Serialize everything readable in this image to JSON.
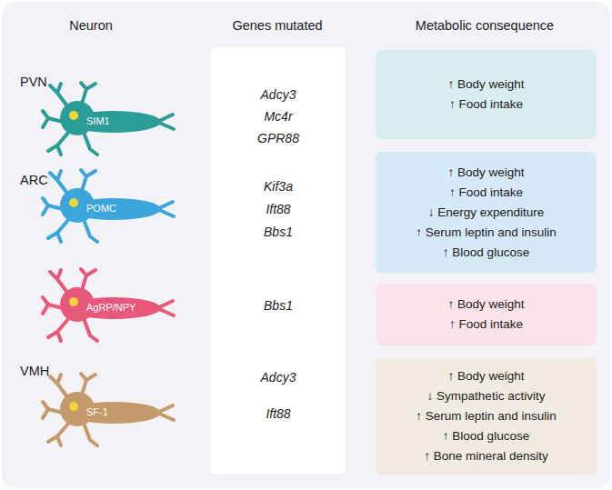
{
  "diagram": {
    "nodes": [
      {
        "text": [
          "SIM1"
        ]
      },
      {
        "text": [
          "POMC"
        ]
      },
      {
        "text": [
          "AgRP/NPY"
        ]
      },
      {
        "text": [
          "SF-1"
        ]
      },
      {
        "text": [
          "Adcy3",
          "Mc4r",
          "GPR88",
          "Kif3a",
          "Ift88",
          "Bbs1",
          "Bbs1",
          "Adcy3",
          "Ift88"
        ]
      },
      {
        "text": [
          "↑ Body weight",
          "↑ Food intake"
        ]
      },
      {
        "text": [
          "↑ Body weight",
          "↑ Food intake",
          "↓ Energy expenditure",
          "↑ Serum leptin and insulin",
          "↑ Blood glucose"
        ]
      },
      {
        "text": [
          "↑ Body weight",
          "↑ Food intake"
        ]
      },
      {
        "text": [
          "↑ Body weight",
          "↓ Sympathetic activity",
          "↑ Serum leptin and insulin",
          "↑ Blood glucose",
          "↑ Bone mineral density"
        ]
      }
    ],
    "labels": [
      "Neuron",
      "Genes mutated",
      "Metabolic consequence",
      "PVN",
      "ARC",
      "VMH"
    ]
  }
}
